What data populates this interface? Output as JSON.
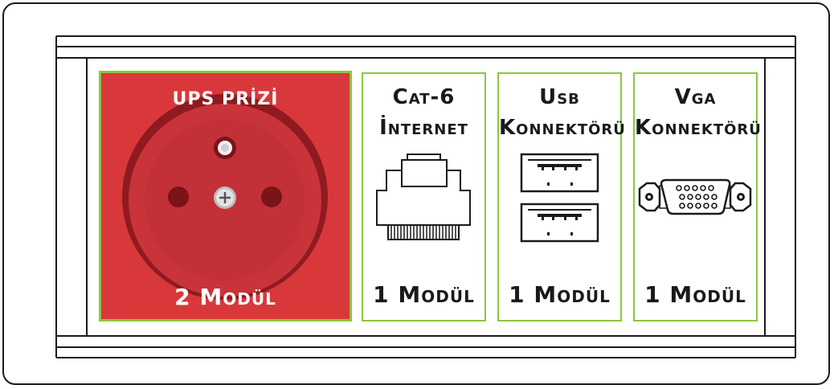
{
  "colors": {
    "accent_green": "#8cc63f",
    "socket_red": "#d8383a",
    "outline": "#1a1a1a"
  },
  "modules": [
    {
      "title_lines": [
        "UPS PRİZİ"
      ],
      "footer": "2 Modül",
      "icon": "power-socket-icon"
    },
    {
      "title_lines": [
        "Cat-6",
        "İnternet"
      ],
      "footer": "1 Modül",
      "icon": "rj45-port-icon"
    },
    {
      "title_lines": [
        "Usb",
        "Konnektörü"
      ],
      "footer": "1 Modül",
      "icon": "usb-port-icon"
    },
    {
      "title_lines": [
        "Vga",
        "Konnektörü"
      ],
      "footer": "1 Modül",
      "icon": "vga-port-icon"
    }
  ]
}
